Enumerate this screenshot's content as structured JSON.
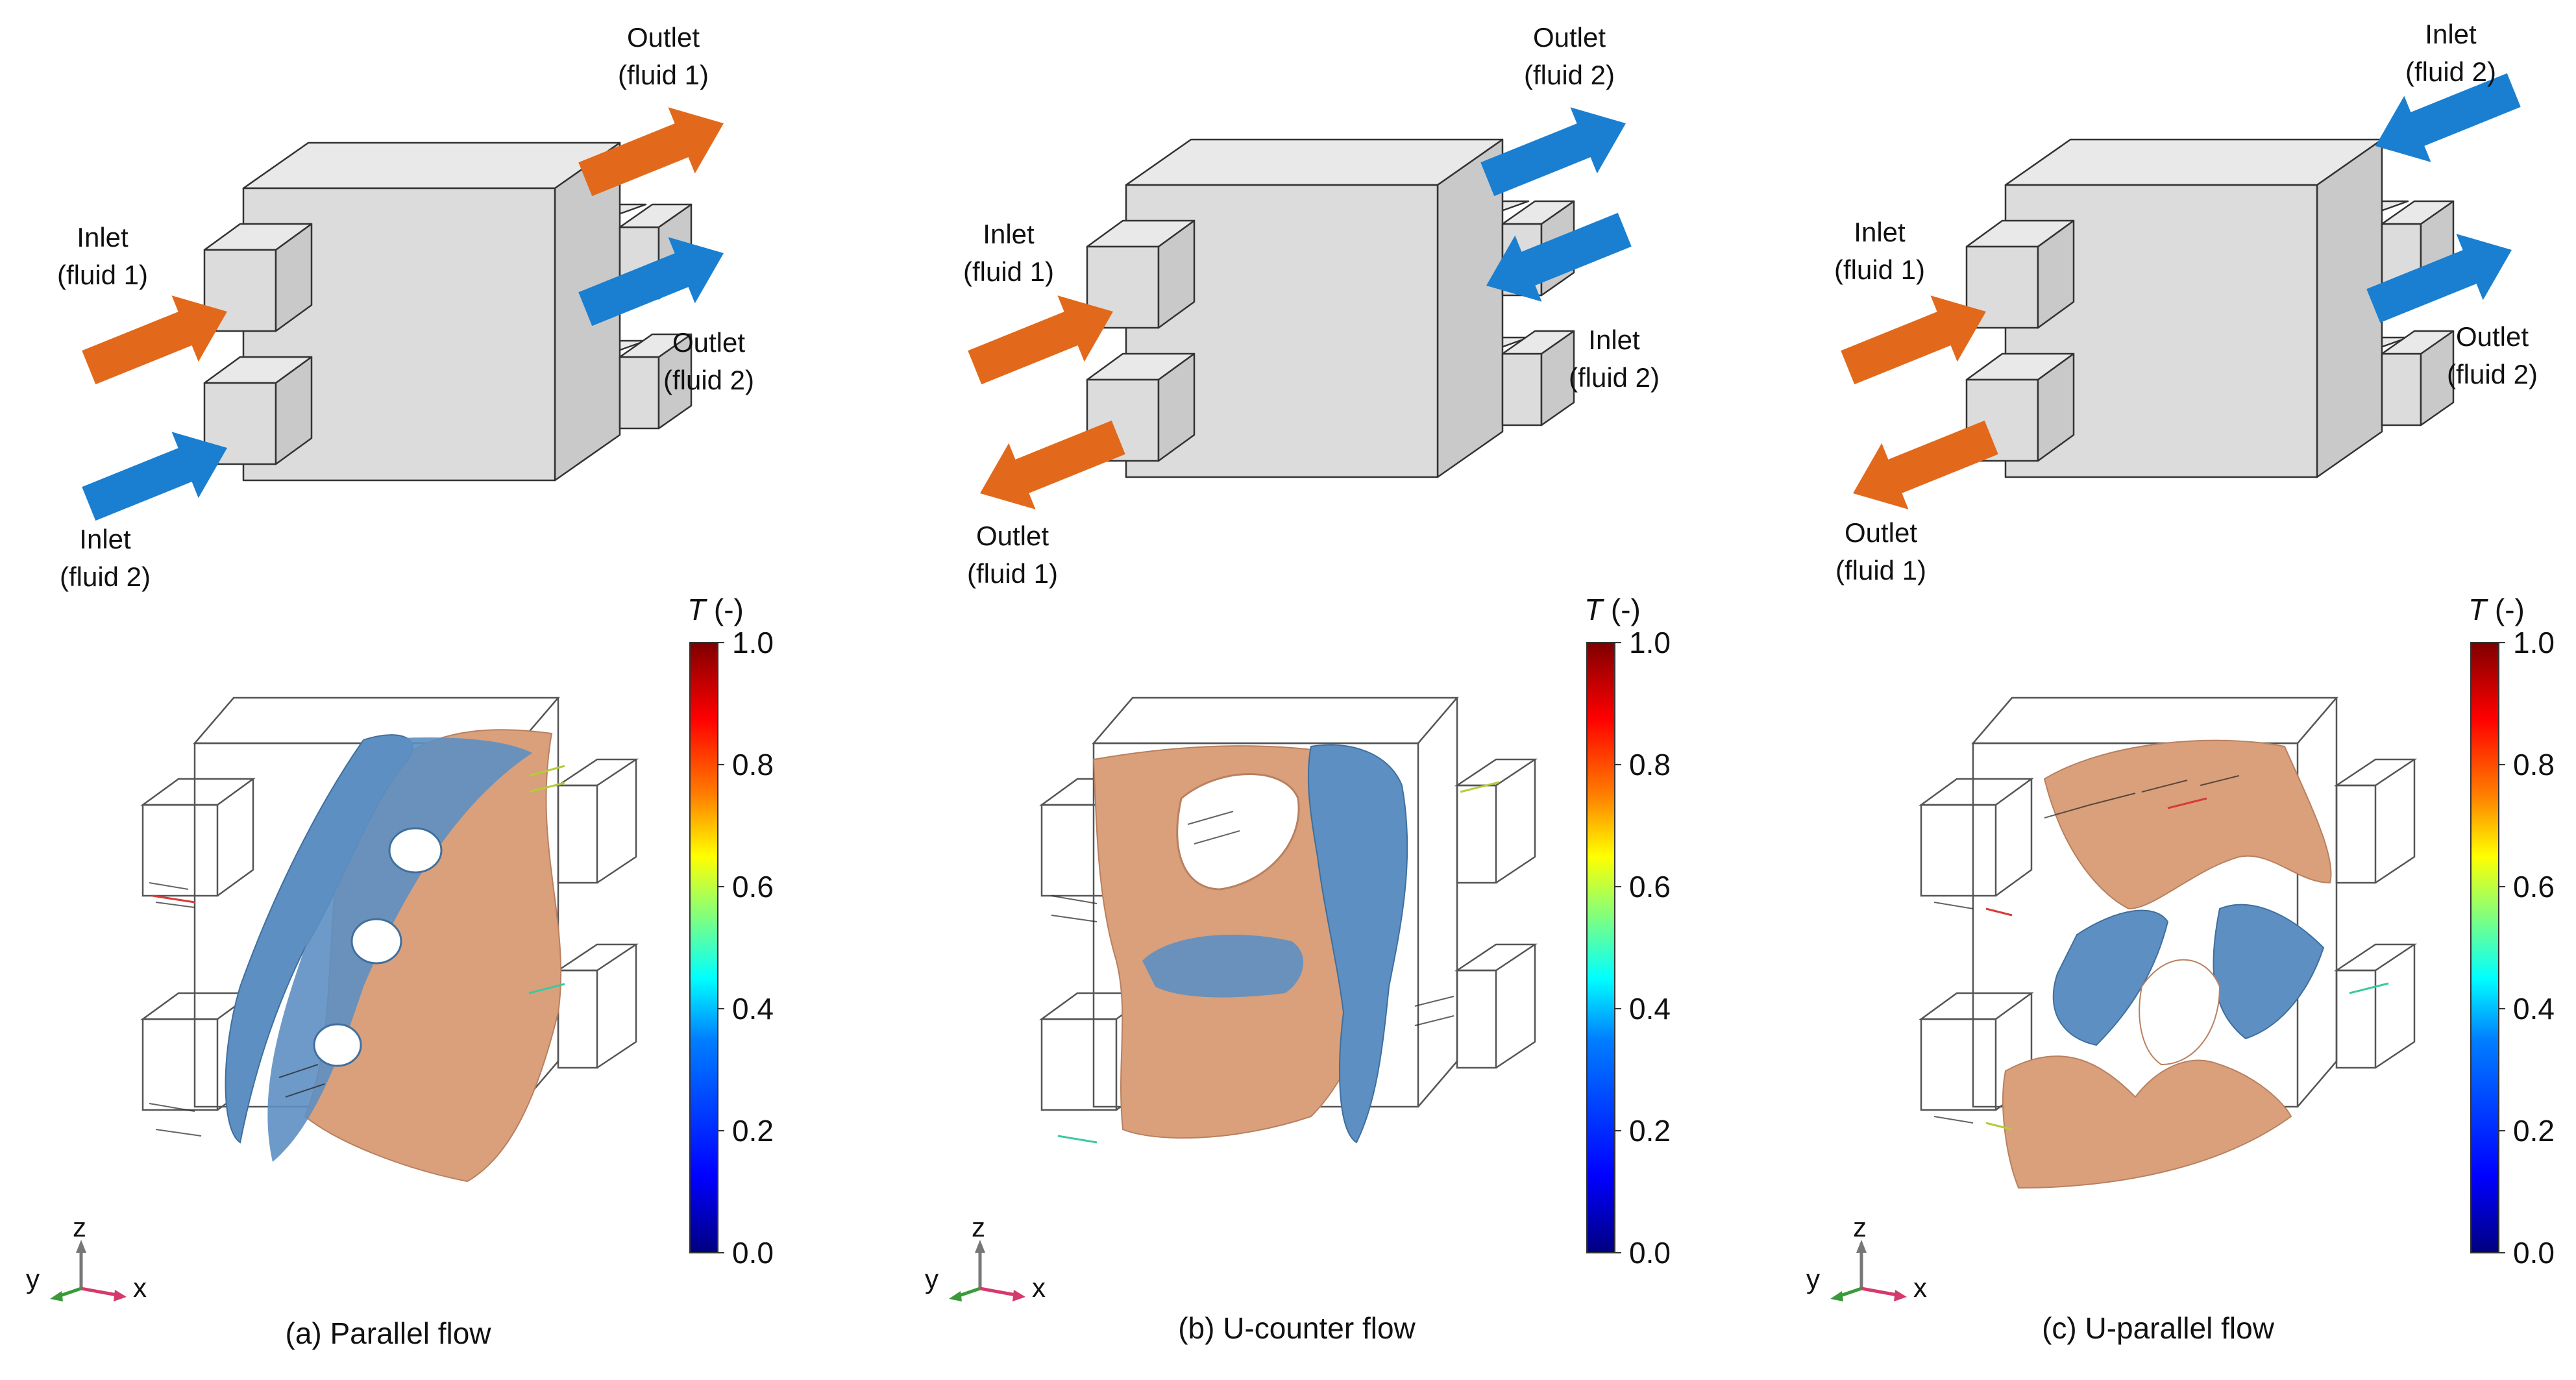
{
  "colors": {
    "fluid1": "#e2691b",
    "fluid2": "#1a7fd0",
    "box_front": "#dcdcdc",
    "box_top": "#e9e9e9",
    "box_side": "#c9c9c9",
    "surface_hot": "#d9a07b",
    "surface_cold": "#5d8fc2",
    "colormap": [
      "#00007f",
      "#0000ff",
      "#007fff",
      "#00ffff",
      "#7fff7f",
      "#ffff00",
      "#ff7f00",
      "#ff0000",
      "#7f0000"
    ]
  },
  "colorbar": {
    "title": "T (-)",
    "title_var": "T",
    "title_unit": " (-)",
    "ticks": [
      "1.0",
      "0.8",
      "0.6",
      "0.4",
      "0.2",
      "0.0"
    ]
  },
  "axes_triad": {
    "z": "z",
    "y": "y",
    "x": "x"
  },
  "panels": [
    {
      "caption": "(a) Parallel flow",
      "labels": [
        {
          "line1": "Outlet",
          "line2": "(fluid 1)"
        },
        {
          "line1": "Inlet",
          "line2": "(fluid 1)"
        },
        {
          "line1": "Outlet",
          "line2": "(fluid 2)"
        },
        {
          "line1": "Inlet",
          "line2": "(fluid 2)"
        }
      ]
    },
    {
      "caption": "(b) U-counter flow",
      "labels": [
        {
          "line1": "Outlet",
          "line2": "(fluid 2)"
        },
        {
          "line1": "Inlet",
          "line2": "(fluid 1)"
        },
        {
          "line1": "Inlet",
          "line2": "(fluid 2)"
        },
        {
          "line1": "Outlet",
          "line2": "(fluid 1)"
        }
      ]
    },
    {
      "caption": "(c) U-parallel flow",
      "labels": [
        {
          "line1": "Inlet",
          "line2": "(fluid 2)"
        },
        {
          "line1": "Inlet",
          "line2": "(fluid 1)"
        },
        {
          "line1": "Outlet",
          "line2": "(fluid 2)"
        },
        {
          "line1": "Outlet",
          "line2": "(fluid 1)"
        }
      ]
    }
  ]
}
